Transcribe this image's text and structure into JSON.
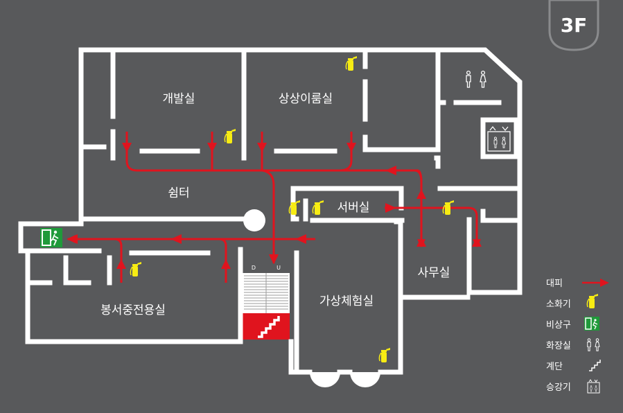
{
  "floor": "3F",
  "rooms": {
    "dev": "개발실",
    "imagination": "상상이룸실",
    "rest": "쉼터",
    "server": "서버실",
    "volunteer": "봉서중전용실",
    "vr": "가상체험실",
    "office": "사무실"
  },
  "stair_marks": {
    "down": "D",
    "up": "U"
  },
  "legend": {
    "evacuation": "대피",
    "extinguisher": "소화기",
    "exit": "비상구",
    "restroom": "화장실",
    "stairs": "계단",
    "elevator": "승강기"
  },
  "colors": {
    "background": "#58595b",
    "wall": "#ffffff",
    "route": "#e0141e",
    "extinguisher": "#f7ec13",
    "exit": "#1f9a3a",
    "stair_zone": "#e0141e"
  },
  "icons": {
    "extinguisher": "fire-extinguisher-icon",
    "exit": "emergency-exit-icon",
    "restroom": "restroom-icon",
    "stairs": "stairs-icon",
    "elevator": "elevator-icon"
  }
}
